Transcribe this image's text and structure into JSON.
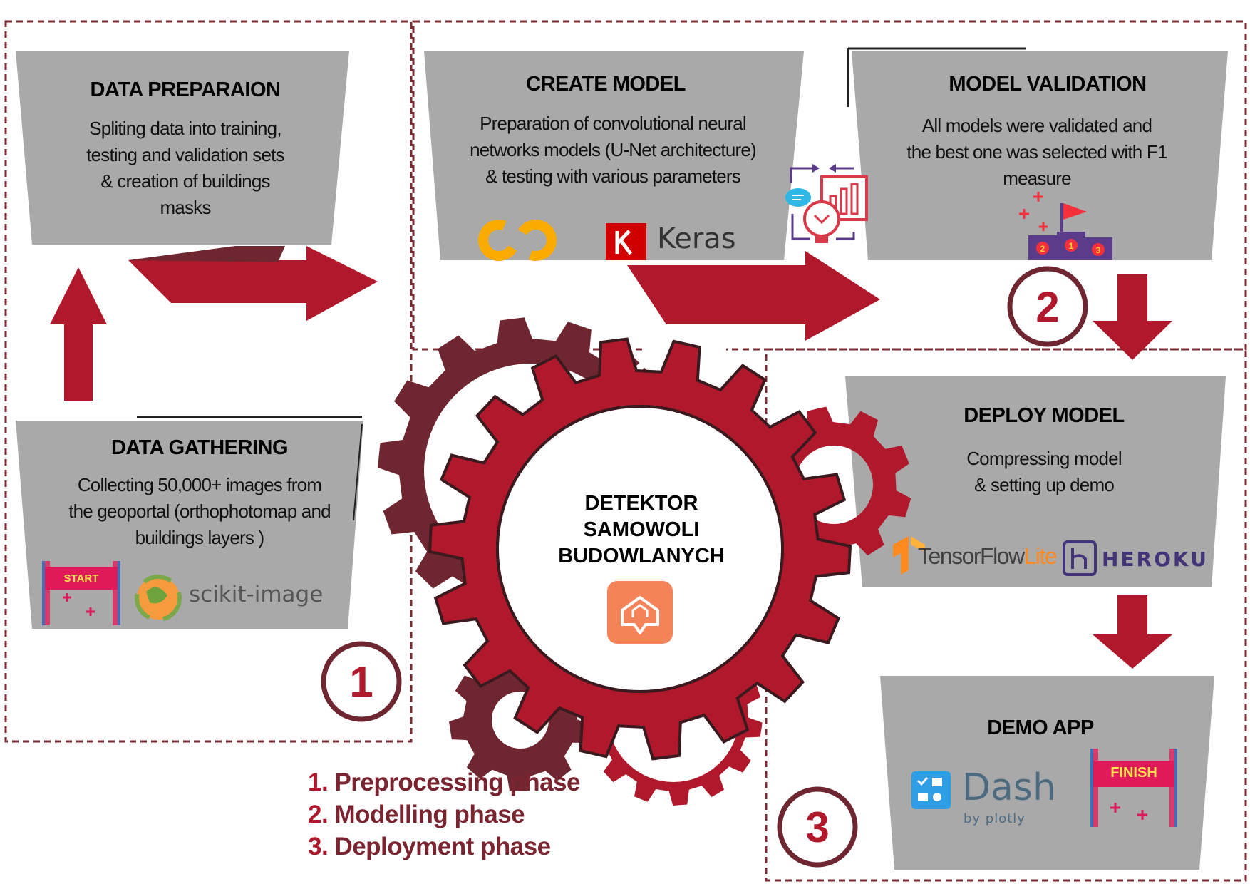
{
  "cards": {
    "data_preparation": {
      "title": "DATA PREPARAION",
      "description": [
        "Spliting data into training,",
        "testing and validation sets",
        "& creation of buildings",
        "masks"
      ]
    },
    "create_model": {
      "title": "CREATE MODEL",
      "description": [
        "Preparation of convolutional neural",
        "networks models (U-Net architecture)",
        "& testing with various parameters"
      ],
      "logos": [
        "Keras"
      ]
    },
    "model_validation": {
      "title": "MODEL VALIDATION",
      "description": [
        "All models were validated and",
        "the best one was selected with  F1",
        "measure"
      ]
    },
    "data_gathering": {
      "title": "DATA GATHERING",
      "description": [
        "Collecting 50,000+ images from",
        "the geoportal (orthophotomap and",
        "buildings layers )"
      ],
      "start_label": "START",
      "logos": [
        "scikit-image"
      ]
    },
    "deploy_model": {
      "title": "DEPLOY MODEL",
      "description": [
        "Compressing model",
        "& setting up demo"
      ],
      "logos": [
        "TensorFlow",
        "Lite",
        "HEROKU"
      ]
    },
    "demo_app": {
      "title": "DEMO APP",
      "finish_label": "FINISH",
      "logos": [
        "Dash",
        "by plotly"
      ]
    }
  },
  "center": {
    "title": [
      "DETEKTOR",
      "SAMOWOLI",
      "BUDOWLANYCH"
    ]
  },
  "phases": [
    {
      "number": "1",
      "label": "1.",
      "name": "Preprocessing phase"
    },
    {
      "number": "2",
      "label": "2.",
      "name": "Modelling phase"
    },
    {
      "number": "3",
      "label": "3.",
      "name": "Deployment phase"
    }
  ],
  "icons": [
    "start-banner-icon",
    "scikit-image-logo",
    "colab-logo",
    "keras-logo",
    "idea-cycle-icon",
    "podium-icon",
    "tensorflow-logo",
    "heroku-logo",
    "dash-logo",
    "finish-banner-icon",
    "app-location-icon",
    "gear-icon"
  ],
  "colors": {
    "accent_red": "#b0182c",
    "dark_maroon": "#6e2630",
    "card_gray": "#a9a9a9",
    "app_icon": "#f4835a",
    "dash_blue": "#3399dd",
    "heroku_purple": "#43347a",
    "colab_yellow": "#f9ab00"
  }
}
